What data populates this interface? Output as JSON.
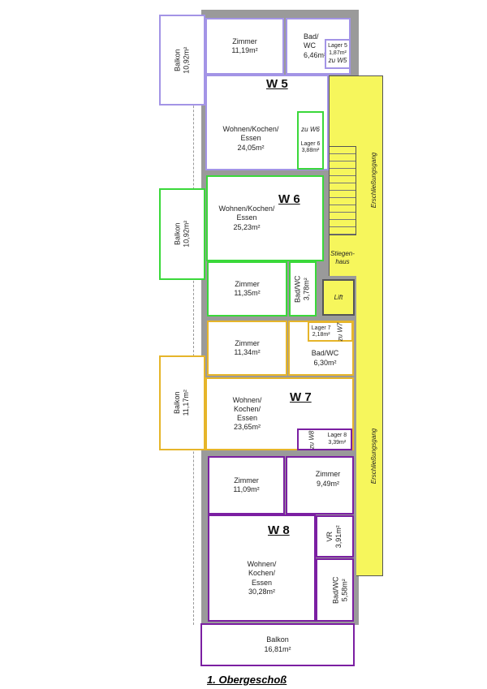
{
  "title": "1. Obergeschoß",
  "colors": {
    "W5": "#a394e6",
    "W6": "#3ad83a",
    "W7": "#e6b52a",
    "W8": "#7b1fa2",
    "corridor": "#f6f65c"
  },
  "common": {
    "corridor_upper": "Erschließungsgang",
    "corridor_lower": "Erschließungsgang",
    "stairs": "Stiegen-\nhaus",
    "lift": "Lift"
  },
  "W5": {
    "label": "W 5",
    "balkon": [
      "Balkon",
      "10,92m²"
    ],
    "zimmer": [
      "Zimmer",
      "11,19m²"
    ],
    "bad": [
      "Bad/",
      "WC",
      "6,46m²"
    ],
    "lager": [
      "Lager 5",
      "1,87m²",
      "zu W5"
    ],
    "wohnen": [
      "Wohnen/Kochen/",
      "Essen",
      "24,05m²"
    ]
  },
  "W6": {
    "label": "W 6",
    "lager": [
      "zu W6",
      "Lager 6",
      "3,88m²"
    ],
    "wohnen": [
      "Wohnen/Kochen/",
      "Essen",
      "25,23m²"
    ],
    "balkon": [
      "Balkon",
      "10,92m²"
    ],
    "zimmer": [
      "Zimmer",
      "11,35m²"
    ],
    "bad": [
      "Bad/WC",
      "3,78m²"
    ]
  },
  "W7": {
    "label": "W 7",
    "zimmer": [
      "Zimmer",
      "11,34m²"
    ],
    "lager": [
      "Lager 7",
      "2,18m²",
      "zu W7"
    ],
    "bad": [
      "Bad/WC",
      "6,30m²"
    ],
    "wohnen": [
      "Wohnen/",
      "Kochen/",
      "Essen",
      "23,65m²"
    ],
    "balkon": [
      "Balkon",
      "11,17m²"
    ]
  },
  "W8": {
    "label": "W 8",
    "lager": [
      "zu W8",
      "Lager 8",
      "3,39m²"
    ],
    "zimmer1": [
      "Zimmer",
      "11,09m²"
    ],
    "zimmer2": [
      "Zimmer",
      "9,49m²"
    ],
    "wohnen": [
      "Wohnen/",
      "Kochen/",
      "Essen",
      "30,28m²"
    ],
    "vr": [
      "VR",
      "3,91m²"
    ],
    "bad": [
      "Bad/WC",
      "5,58m²"
    ],
    "balkon": [
      "Balkon",
      "16,81m²"
    ]
  }
}
